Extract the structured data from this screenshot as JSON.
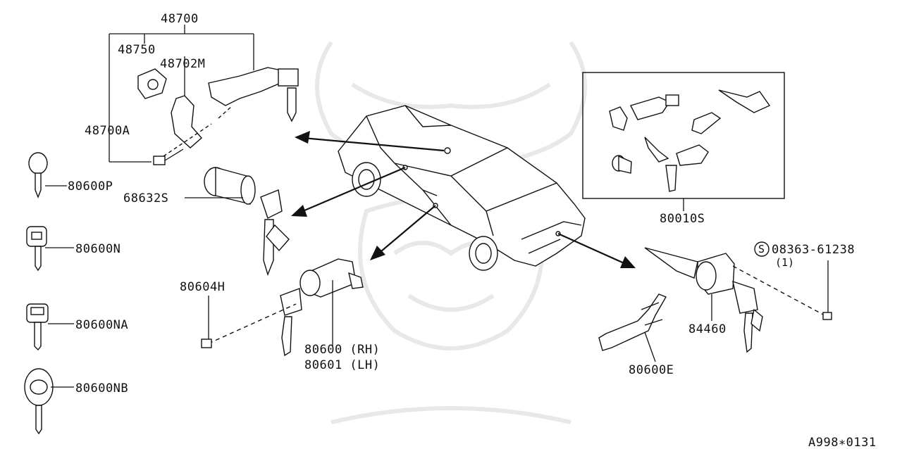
{
  "diagram": {
    "footer_code": "A998∗0131",
    "parts": {
      "p48700": "48700",
      "p48750": "48750",
      "p48702M": "48702M",
      "p48700A": "48700A",
      "p80600P": "80600P",
      "p68632S": "68632S",
      "p80600N": "80600N",
      "p80604H": "80604H",
      "p80600NA": "80600NA",
      "p80600NB": "80600NB",
      "p80600RH": "80600 (RH)",
      "p80601LH": "80601 (LH)",
      "p80010S": "80010S",
      "p08363": "08363-61238",
      "p08363_qty": "(1)",
      "p08363_prefix": "S",
      "p84460": "84460",
      "p80600E": "80600E"
    }
  }
}
